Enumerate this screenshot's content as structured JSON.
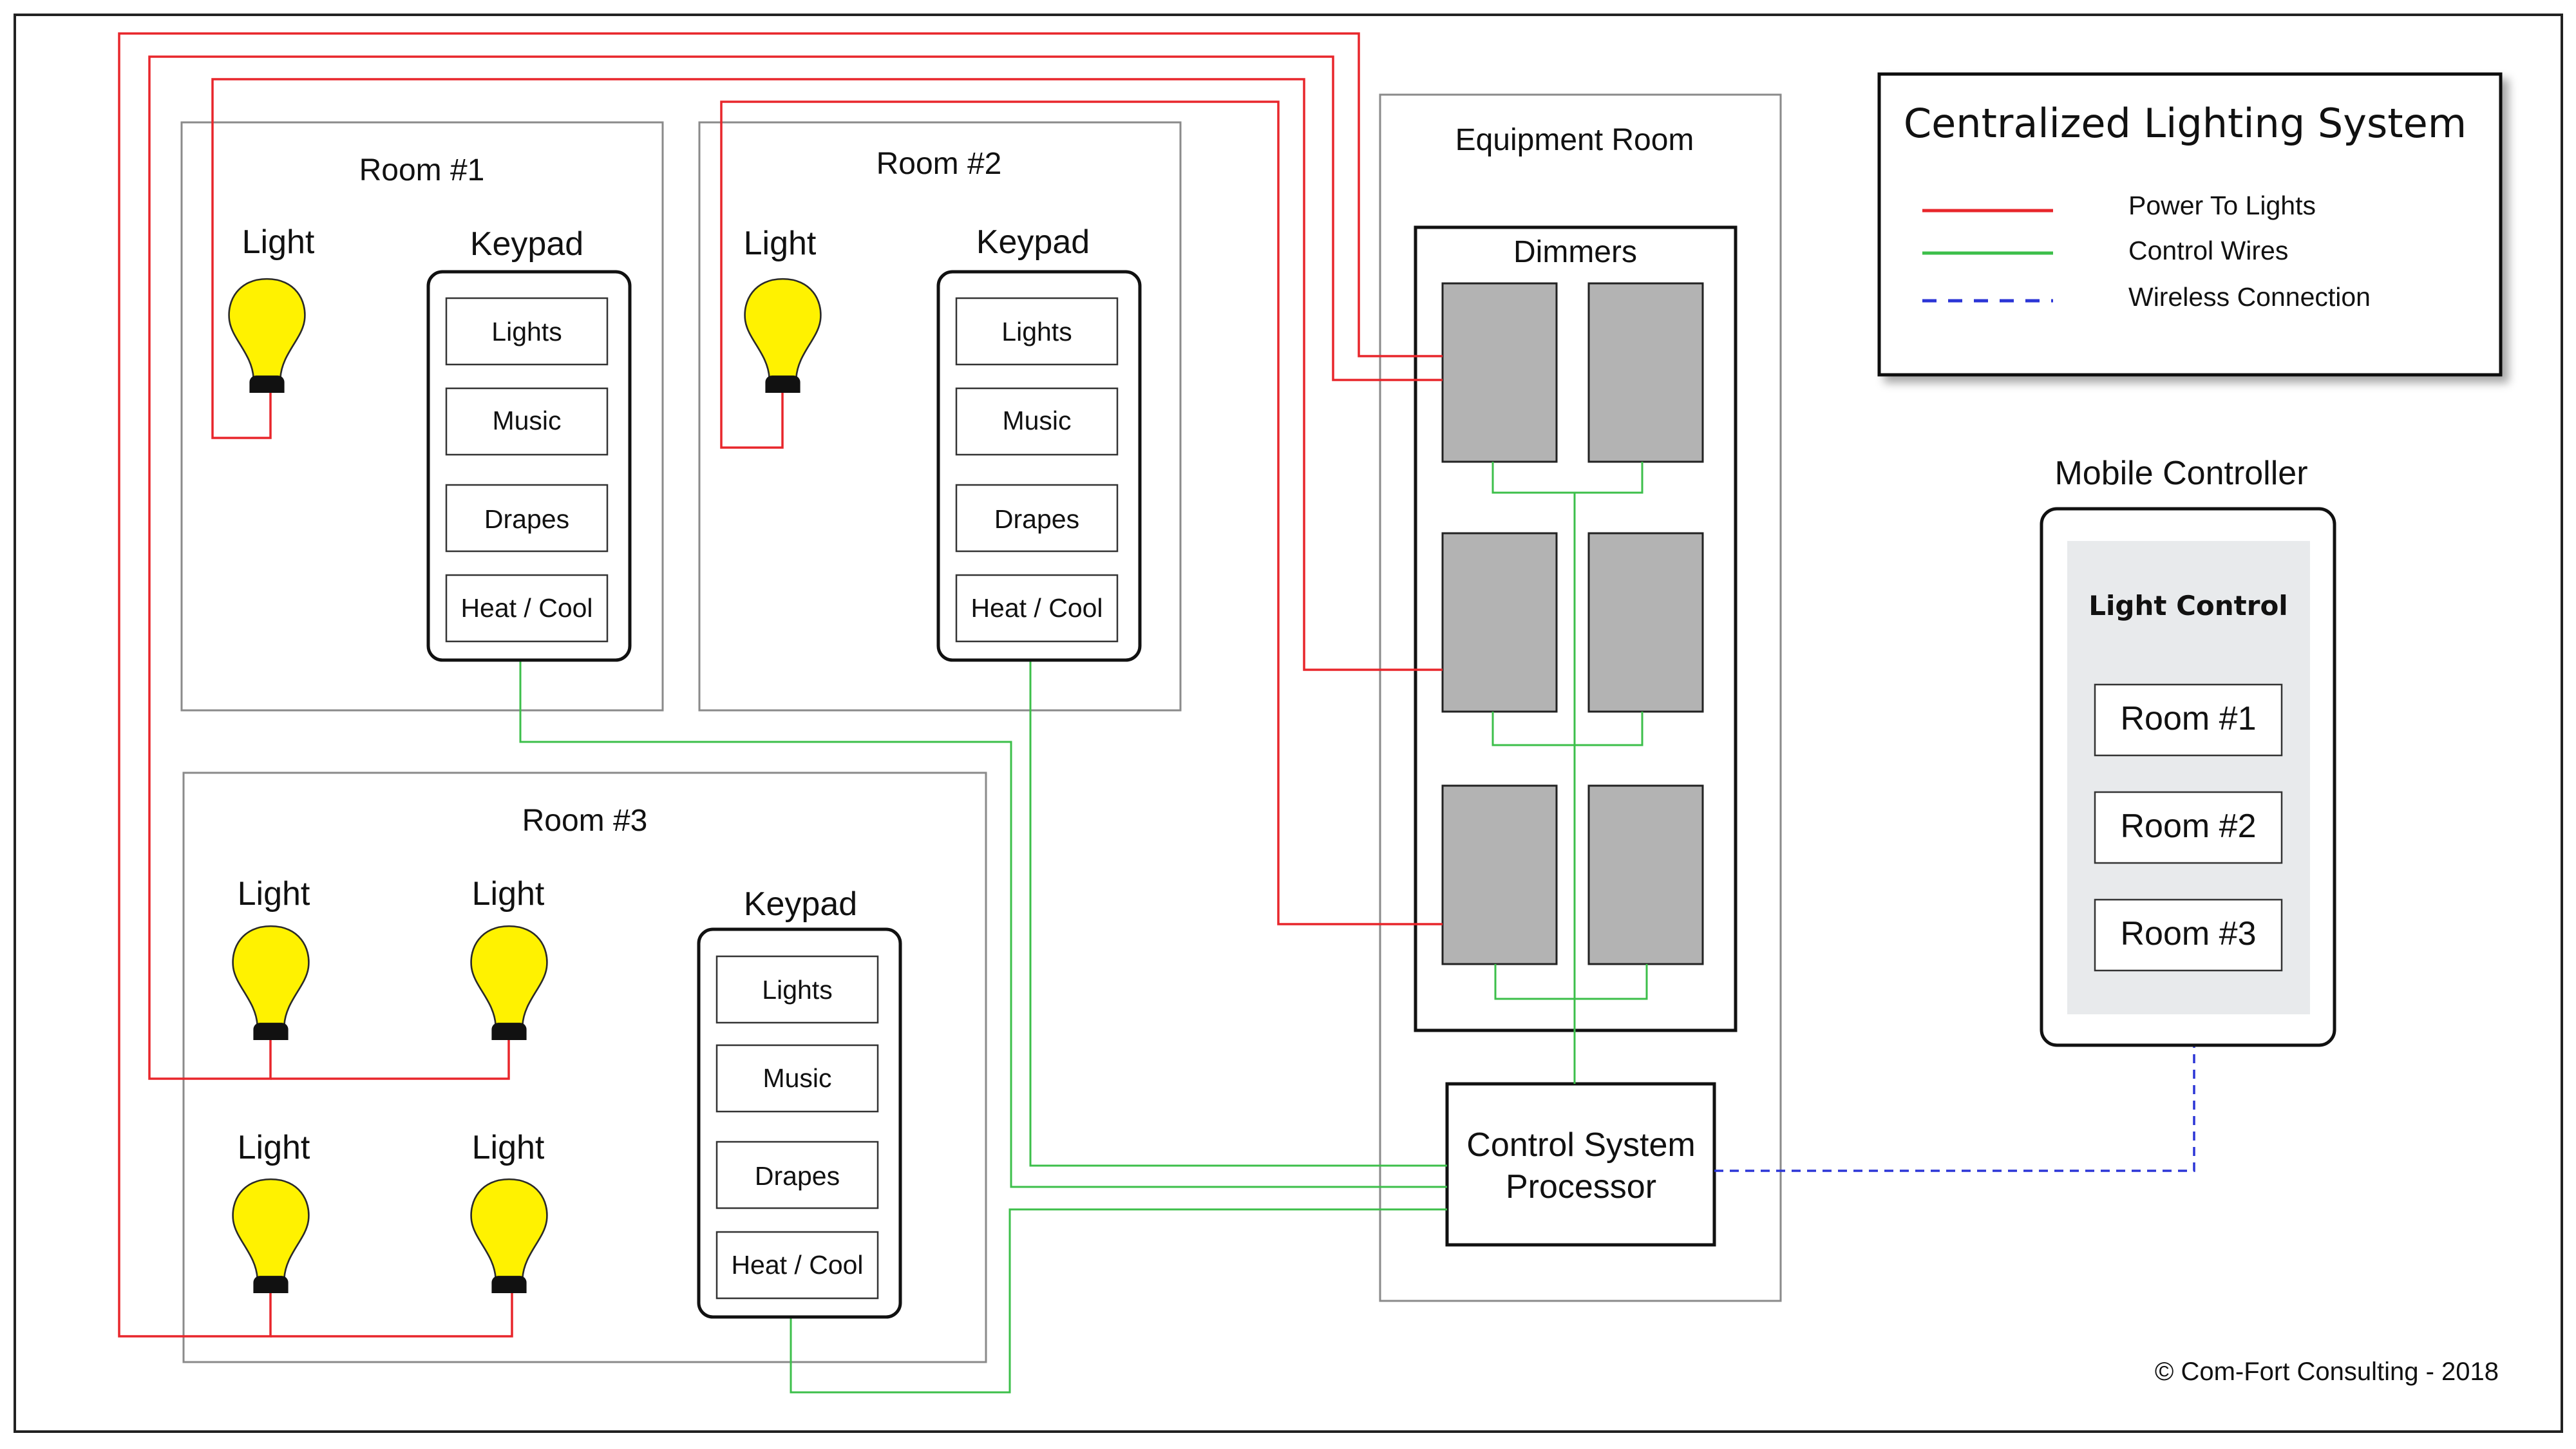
{
  "legend": {
    "title": "Centralized Lighting System",
    "items": [
      {
        "label": "Power To Lights",
        "color": "#e8262b",
        "style": "solid"
      },
      {
        "label": "Control Wires",
        "color": "#3cbf4a",
        "style": "solid"
      },
      {
        "label": "Wireless Connection",
        "color": "#2b35d6",
        "style": "dashed"
      }
    ]
  },
  "rooms": {
    "room1": {
      "title": "Room #1",
      "light_label": "Light",
      "keypad_label": "Keypad"
    },
    "room2": {
      "title": "Room #2",
      "light_label": "Light",
      "keypad_label": "Keypad"
    },
    "room3": {
      "title": "Room #3",
      "light_label": "Light",
      "keypad_label": "Keypad"
    }
  },
  "keypad_buttons": [
    "Lights",
    "Music",
    "Drapes",
    "Heat / Cool"
  ],
  "equipment_room": {
    "title": "Equipment Room",
    "dimmers_label": "Dimmers",
    "processor_line1": "Control System",
    "processor_line2": "Processor"
  },
  "mobile": {
    "title": "Mobile Controller",
    "header": "Light Control",
    "buttons": [
      "Room #1",
      "Room #2",
      "Room #3"
    ]
  },
  "copyright": "© Com-Fort Consulting - 2018",
  "colors": {
    "power": "#e8262b",
    "control": "#3cbf4a",
    "wireless": "#2b35d6",
    "bulb": "#fff200",
    "dimmer": "#b3b3b3"
  }
}
